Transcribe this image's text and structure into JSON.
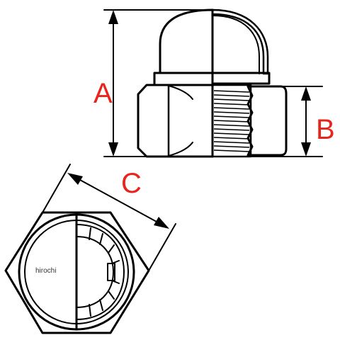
{
  "labels": {
    "a": "A",
    "b": "B",
    "c": "C"
  },
  "watermark": "hirochi",
  "colors": {
    "label": "#e8241c",
    "line": "#000000",
    "background": "#ffffff"
  }
}
